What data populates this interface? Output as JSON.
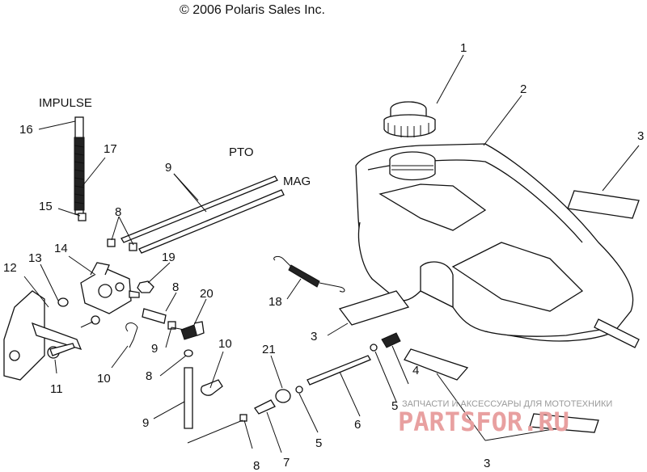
{
  "copyright": "© 2006 Polaris Sales Inc.",
  "captions": {
    "impulse": "IMPULSE",
    "pto": "PTO",
    "mag": "MAG"
  },
  "callouts": [
    "1",
    "2",
    "3",
    "3",
    "3",
    "4",
    "5",
    "5",
    "6",
    "7",
    "8",
    "8",
    "8",
    "8",
    "9",
    "9",
    "9",
    "10",
    "10",
    "11",
    "12",
    "13",
    "14",
    "15",
    "16",
    "17",
    "18",
    "19",
    "20",
    "21"
  ],
  "watermark": {
    "tagline": "ЗАПЧАСТИ И АКСЕССУАРЫ ДЛЯ МОТОТЕХНИКИ",
    "brand": "PARTSFOR.RU"
  },
  "colors": {
    "ink": "#111111",
    "watermark": "#e8a0a0",
    "background": "#ffffff"
  }
}
